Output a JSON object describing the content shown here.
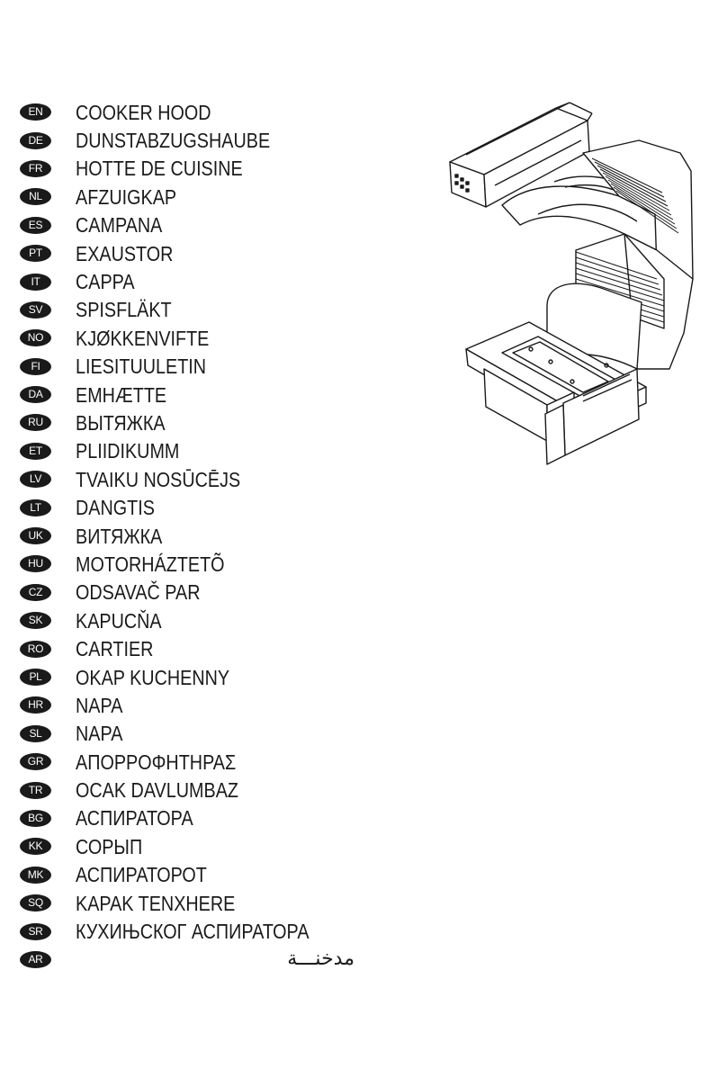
{
  "product_names": [
    {
      "code": "EN",
      "name": "COOKER HOOD"
    },
    {
      "code": "DE",
      "name": "DUNSTABZUGSHAUBE"
    },
    {
      "code": "FR",
      "name": "HOTTE DE CUISINE"
    },
    {
      "code": "NL",
      "name": "AFZUIGKAP"
    },
    {
      "code": "ES",
      "name": "CAMPANA"
    },
    {
      "code": "PT",
      "name": "EXAUSTOR"
    },
    {
      "code": "IT",
      "name": "CAPPA"
    },
    {
      "code": "SV",
      "name": "SPISFLÄKT"
    },
    {
      "code": "NO",
      "name": "KJØKKENVIFTE"
    },
    {
      "code": "FI",
      "name": "LIESITUULETIN"
    },
    {
      "code": "DA",
      "name": "EMHÆTTE"
    },
    {
      "code": "RU",
      "name": "ВЫТЯЖКА"
    },
    {
      "code": "ET",
      "name": "PLIIDIKUMM"
    },
    {
      "code": "LV",
      "name": "TVAIKU NOSŪCĒJS"
    },
    {
      "code": "LT",
      "name": "DANGTIS"
    },
    {
      "code": "UK",
      "name": "ВИТЯЖКА"
    },
    {
      "code": "HU",
      "name": "MOTORHÁZTETÕ"
    },
    {
      "code": "CZ",
      "name": "ODSAVAČ PAR"
    },
    {
      "code": "SK",
      "name": "KAPUCŇA"
    },
    {
      "code": "RO",
      "name": "CARTIER"
    },
    {
      "code": "PL",
      "name": "OKAP KUCHENNY"
    },
    {
      "code": "HR",
      "name": "NAPA"
    },
    {
      "code": "SL",
      "name": "NAPA"
    },
    {
      "code": "GR",
      "name": "ΑΠΟΡΡΟΦΗΤΗΡΑΣ"
    },
    {
      "code": "TR",
      "name": "OCAK DAVLUMBAZ"
    },
    {
      "code": "BG",
      "name": "АСПИРАТОРА"
    },
    {
      "code": "KK",
      "name": "СОРЫП"
    },
    {
      "code": "MK",
      "name": "АСПИРАТОРОТ"
    },
    {
      "code": "SQ",
      "name": "KAPAK TENXHERE"
    },
    {
      "code": "SR",
      "name": "КУХИЊСКОГ АСПИРАТОРА"
    },
    {
      "code": "AR",
      "name": "مدخنـــة",
      "rtl": true
    }
  ],
  "illustration": {
    "icon": "cooker-hood-drawing-icon"
  }
}
